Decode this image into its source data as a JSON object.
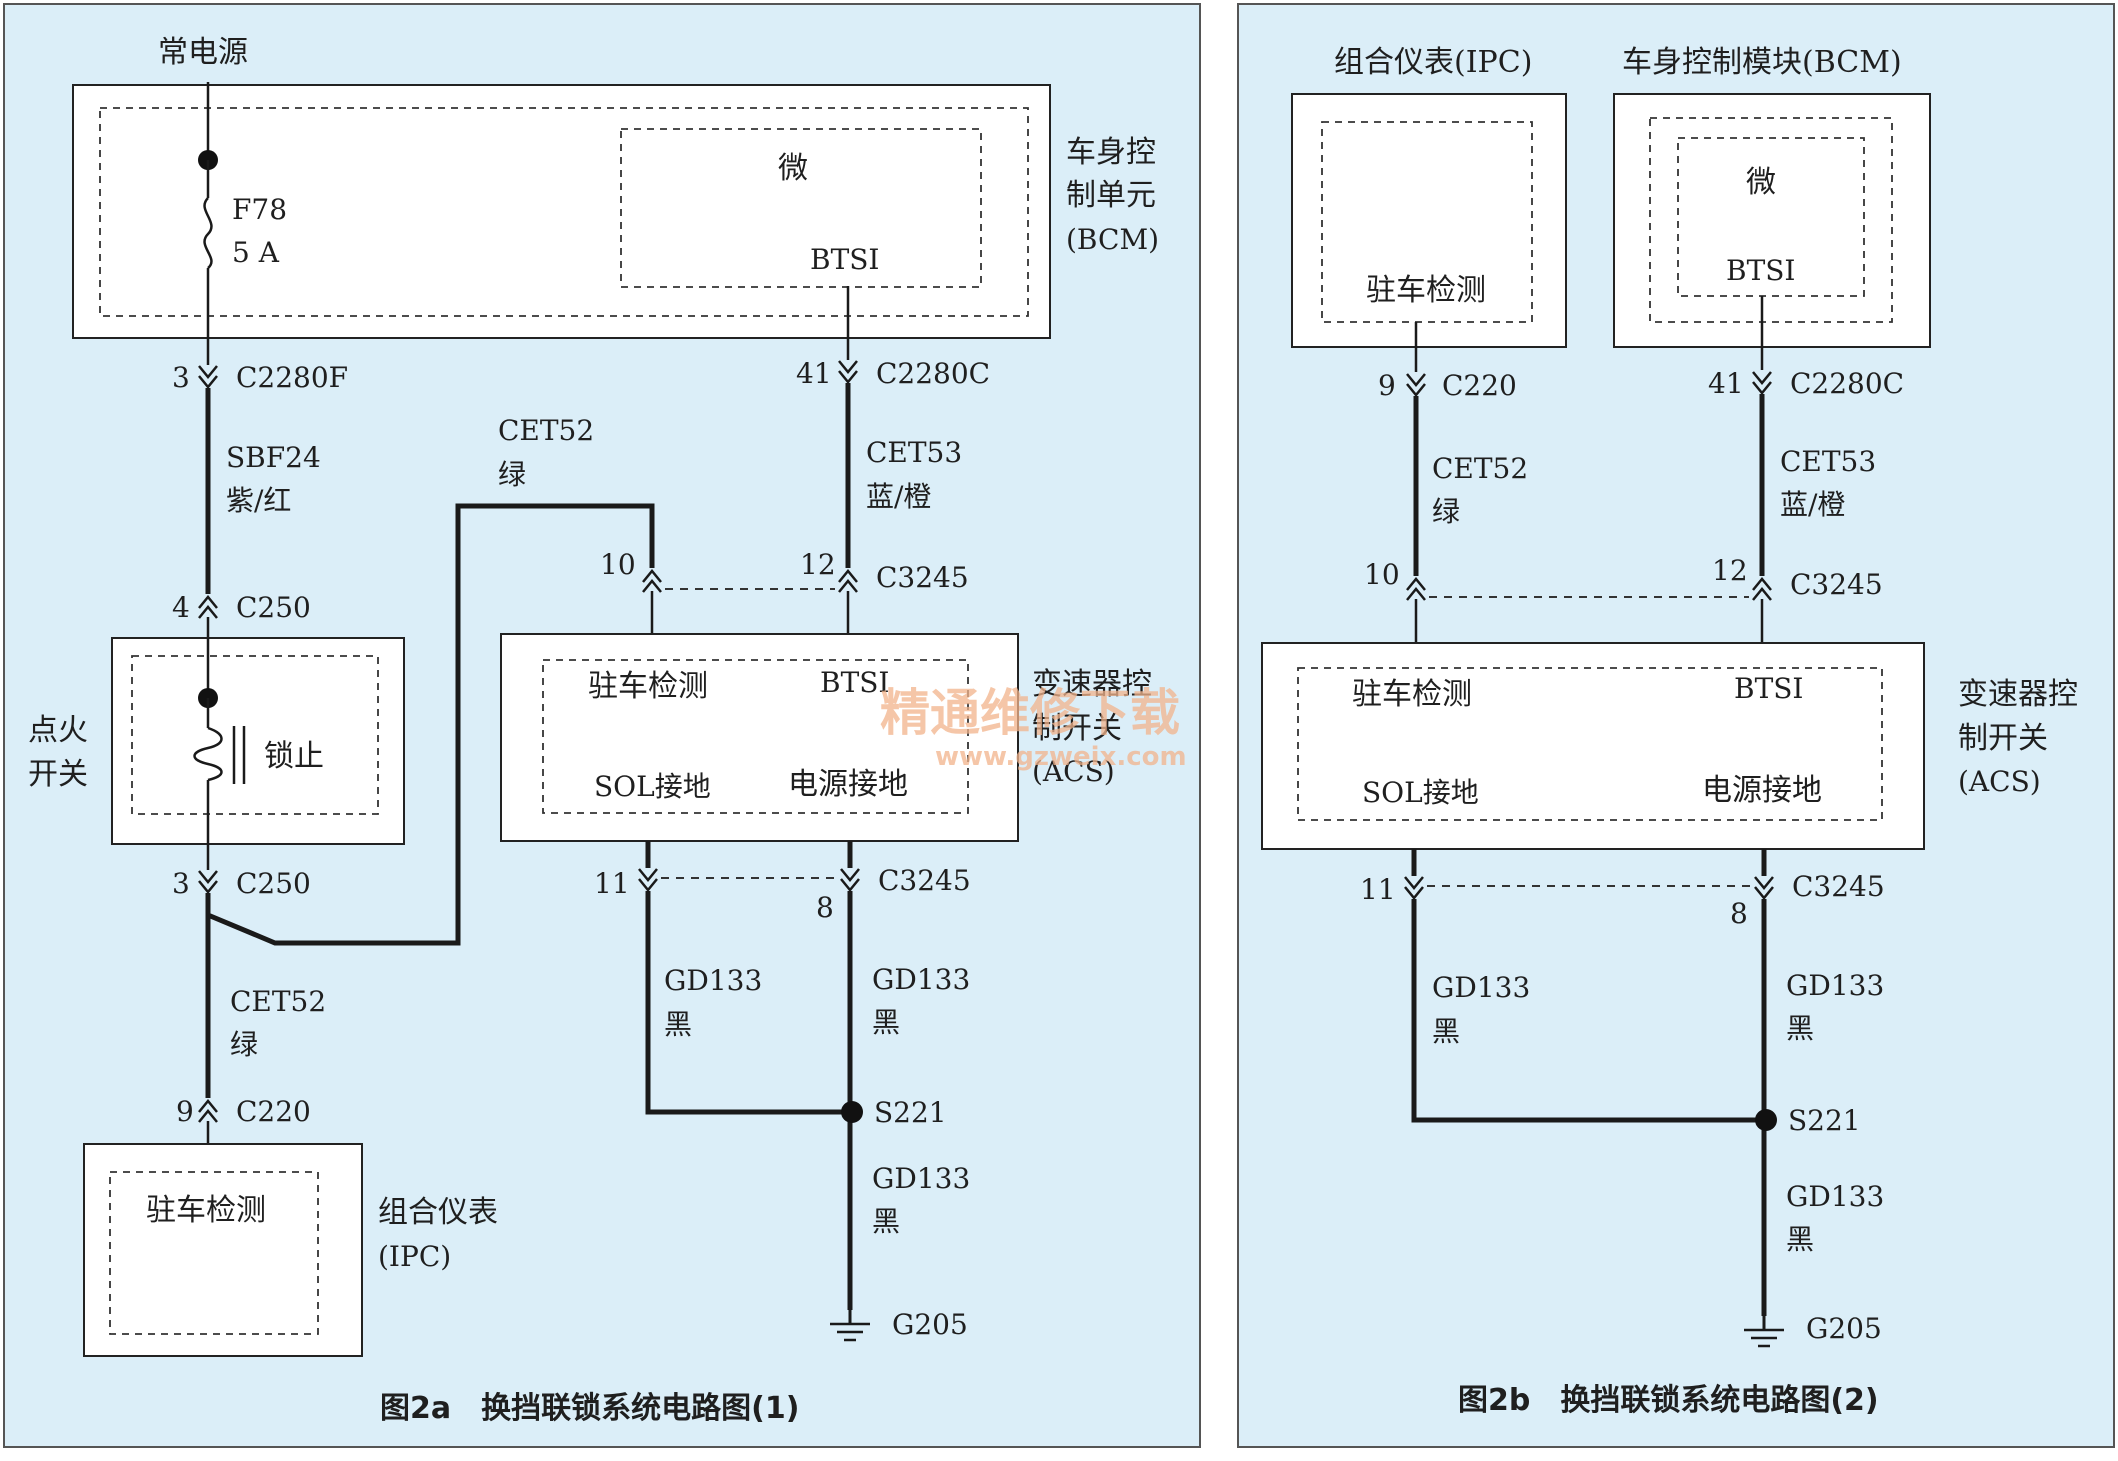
{
  "colors": {
    "panel_bg": "#dbeef8",
    "line": "#1a1a1a",
    "watermark": "#f2b48c"
  },
  "fig_a": {
    "caption": "图2a　换挡联锁系统电路图(1)",
    "power_label": "常电源",
    "bcm": {
      "name_lines": [
        "车身控",
        "制单元",
        "(BCM)"
      ],
      "micro": "微",
      "btsi": "BTSI"
    },
    "fuse": {
      "id": "F78",
      "rating": "5 A"
    },
    "c2280f": {
      "pin": "3",
      "name": "C2280F"
    },
    "c2280c": {
      "pin": "41",
      "name": "C2280C"
    },
    "wire_sbf24": {
      "circuit": "SBF24",
      "color": "紫/红"
    },
    "wire_cet52_top": {
      "circuit": "CET52",
      "color": "绿"
    },
    "wire_cet53": {
      "circuit": "CET53",
      "color": "蓝/橙"
    },
    "c250_top": {
      "pin": "4",
      "name": "C250"
    },
    "c3245_top": {
      "pin_left": "10",
      "pin_right": "12",
      "name": "C3245"
    },
    "ignition": {
      "label_lines": [
        "点火",
        "开关"
      ],
      "lock": "锁止"
    },
    "acs": {
      "name_lines": [
        "变速器控",
        "制开关",
        "(ACS)"
      ],
      "park_detect": "驻车检测",
      "btsi": "BTSI",
      "sol_ground": "SOL接地",
      "power_ground": "电源接地"
    },
    "c250_bottom": {
      "pin": "3",
      "name": "C250"
    },
    "c3245_bottom": {
      "pin_left": "11",
      "pin_right": "8",
      "name": "C3245"
    },
    "wire_cet52_bottom": {
      "circuit": "CET52",
      "color": "绿"
    },
    "wire_gd133_left": {
      "circuit": "GD133",
      "color": "黑"
    },
    "wire_gd133_right": {
      "circuit": "GD133",
      "color": "黑"
    },
    "wire_gd133_low": {
      "circuit": "GD133",
      "color": "黑"
    },
    "splice": "S221",
    "ground": "G205",
    "c220": {
      "pin": "9",
      "name": "C220"
    },
    "ipc": {
      "name_lines": [
        "组合仪表",
        "(IPC)"
      ],
      "park_detect": "驻车检测"
    }
  },
  "fig_b": {
    "caption": "图2b　换挡联锁系统电路图(2)",
    "ipc": {
      "title": "组合仪表(IPC)",
      "park_detect": "驻车检测"
    },
    "bcm": {
      "title": "车身控制模块(BCM)",
      "micro": "微",
      "btsi": "BTSI"
    },
    "c220": {
      "pin": "9",
      "name": "C220"
    },
    "c2280c": {
      "pin": "41",
      "name": "C2280C"
    },
    "wire_cet52": {
      "circuit": "CET52",
      "color": "绿"
    },
    "wire_cet53": {
      "circuit": "CET53",
      "color": "蓝/橙"
    },
    "c3245_top": {
      "pin_left": "10",
      "pin_right": "12",
      "name": "C3245"
    },
    "acs": {
      "name_lines": [
        "变速器控",
        "制开关",
        "(ACS)"
      ],
      "park_detect": "驻车检测",
      "btsi": "BTSI",
      "sol_ground": "SOL接地",
      "power_ground": "电源接地"
    },
    "c3245_bottom": {
      "pin_left": "11",
      "pin_right": "8",
      "name": "C3245"
    },
    "wire_gd133_left": {
      "circuit": "GD133",
      "color": "黑"
    },
    "wire_gd133_right": {
      "circuit": "GD133",
      "color": "黑"
    },
    "wire_gd133_low": {
      "circuit": "GD133",
      "color": "黑"
    },
    "splice": "S221",
    "ground": "G205"
  },
  "watermark": {
    "line1": "精通维修下载",
    "line2": "www.gzweix.com"
  }
}
